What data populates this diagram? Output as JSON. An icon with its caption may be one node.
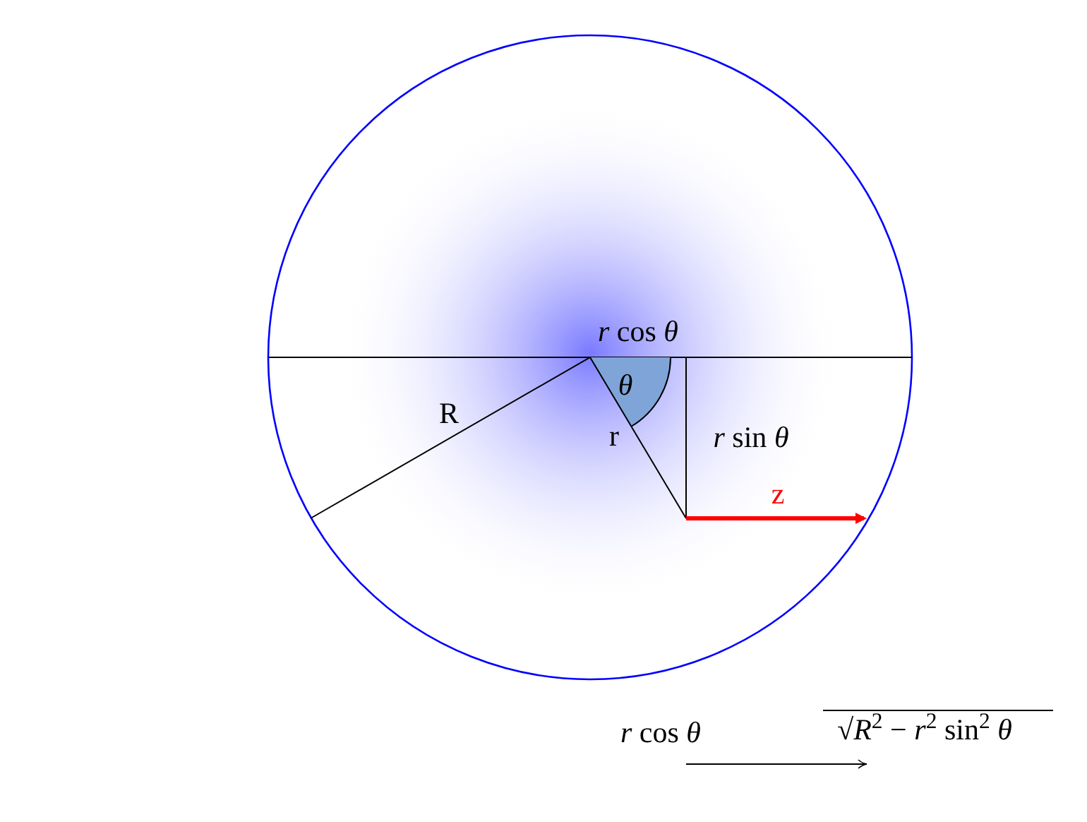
{
  "diagram": {
    "labels": [
      "*r* cos *θ*",
      "*θ*",
      "R",
      "r",
      "*r* sin *θ*",
      "z",
      "*r* cos *θ*",
      "√*R*$^{2}$ − *r*$^{2}$ sin$^{2}$ *θ*"
    ]
  }
}
